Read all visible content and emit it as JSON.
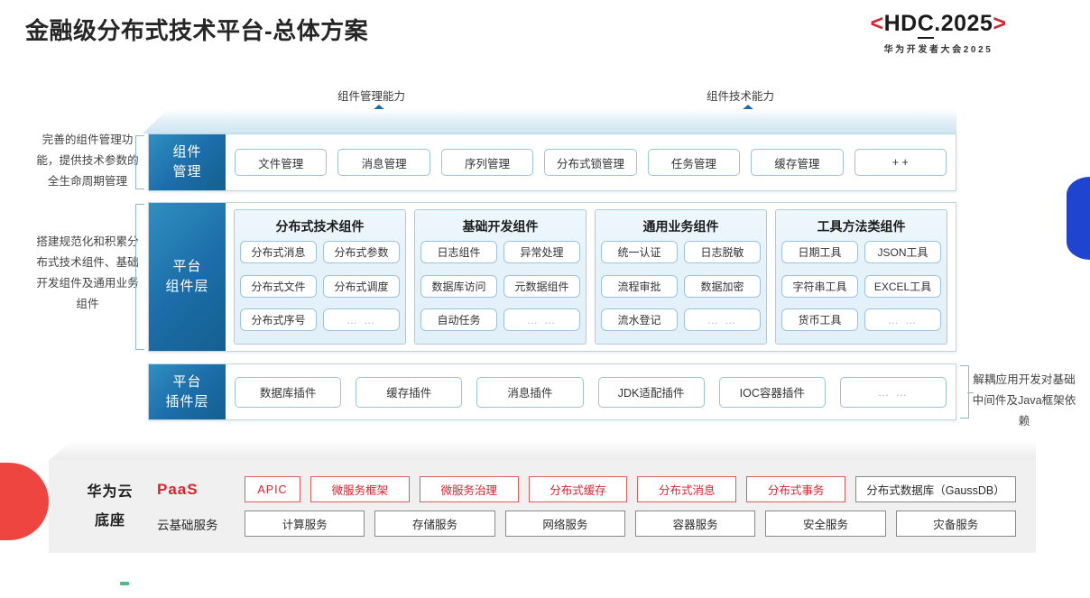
{
  "header": {
    "title": "金融级分布式技术平台-总体方案",
    "logo_left_bracket": "<",
    "logo_text_a": "HD",
    "logo_text_b": "C",
    "logo_text_c": ".2025",
    "logo_right_bracket": ">",
    "logo_sub": "华为开发者大会2025"
  },
  "arrows": [
    {
      "label": "组件管理能力"
    },
    {
      "label": "组件技术能力"
    }
  ],
  "notes": {
    "left_top": "完善的组件管理功能，提供技术参数的全生命周期管理",
    "left_bottom": "搭建规范化和积累分布式技术组件、基础开发组件及通用业务组件",
    "right": "解耦应用开发对基础中间件及Java框架依赖"
  },
  "rows": {
    "component_management": {
      "label_line1": "组件",
      "label_line2": "管理",
      "items": [
        "文件管理",
        "消息管理",
        "序列管理",
        "分布式锁管理",
        "任务管理",
        "缓存管理",
        "+ +"
      ]
    },
    "platform_component_layer": {
      "label_line1": "平台",
      "label_line2": "组件层",
      "groups": [
        {
          "title": "分布式技术组件",
          "items": [
            "分布式消息",
            "分布式参数",
            "分布式文件",
            "分布式调度",
            "分布式序号",
            "… …"
          ]
        },
        {
          "title": "基础开发组件",
          "items": [
            "日志组件",
            "异常处理",
            "数据库访问",
            "元数据组件",
            "自动任务",
            "… …"
          ]
        },
        {
          "title": "通用业务组件",
          "items": [
            "统一认证",
            "日志脱敏",
            "流程审批",
            "数据加密",
            "流水登记",
            "… …"
          ]
        },
        {
          "title": "工具方法类组件",
          "items": [
            "日期工具",
            "JSON工具",
            "字符串工具",
            "EXCEL工具",
            "货币工具",
            "… …"
          ]
        }
      ]
    },
    "platform_plugin_layer": {
      "label_line1": "平台",
      "label_line2": "插件层",
      "items": [
        "数据库插件",
        "缓存插件",
        "消息插件",
        "JDK适配插件",
        "IOC容器插件",
        "… …"
      ]
    }
  },
  "base": {
    "title_line1": "华为云",
    "title_line2": "底座",
    "paas_label": "PaaS",
    "cloud_label": "云基础服务",
    "paas_items": [
      {
        "text": "APIC",
        "style": "red"
      },
      {
        "text": "微服务框架",
        "style": "red"
      },
      {
        "text": "微服务治理",
        "style": "red"
      },
      {
        "text": "分布式缓存",
        "style": "red"
      },
      {
        "text": "分布式消息",
        "style": "red"
      },
      {
        "text": "分布式事务",
        "style": "red"
      },
      {
        "text": "分布式数据库（GaussDB）",
        "style": "gray"
      }
    ],
    "cloud_items": [
      "计算服务",
      "存储服务",
      "网络服务",
      "容器服务",
      "安全服务",
      "灾备服务"
    ]
  },
  "colors": {
    "brand_red": "#d9232e",
    "panel_blue": "#1b6ca8",
    "accent_blue": "#1f45d0",
    "chip_border": "#9dc3dc"
  }
}
